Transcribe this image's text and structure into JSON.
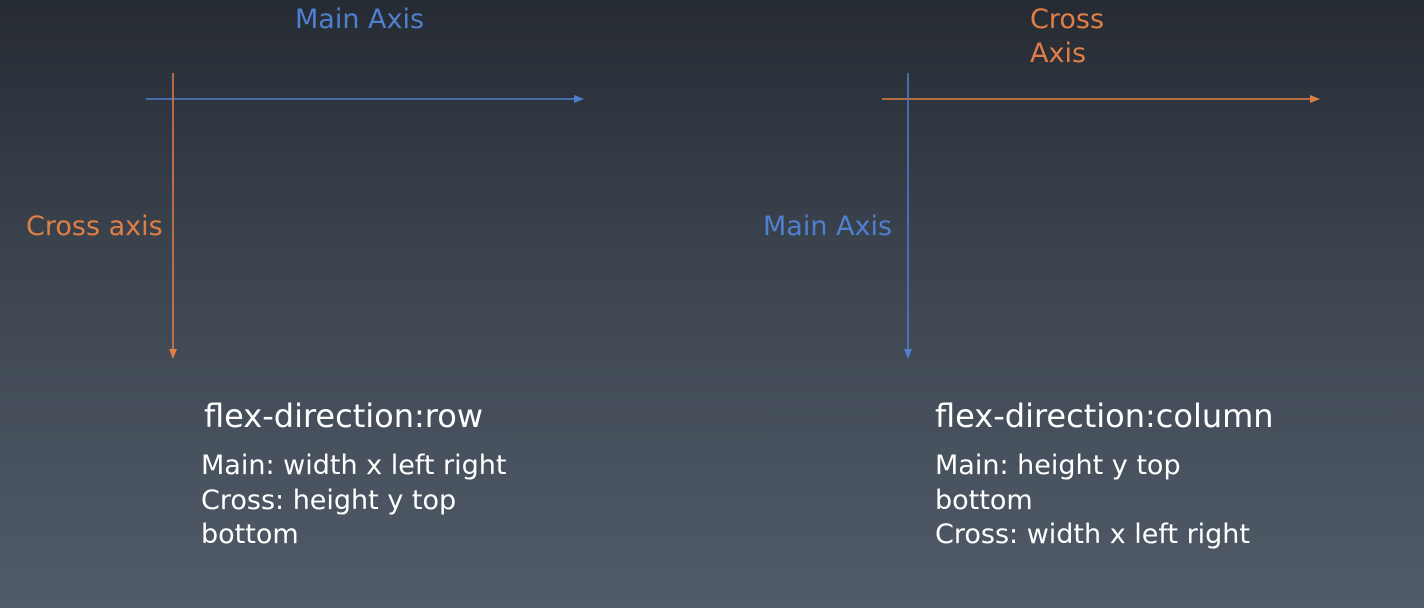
{
  "colors": {
    "main_axis": "#4f7fcf",
    "cross_axis": "#e07f45",
    "text": "#ffffff"
  },
  "row_panel": {
    "main_axis_label": "Main Axis",
    "cross_axis_label": "Cross axis",
    "title": "flex-direction:row",
    "description": [
      "Main: width x left right",
      "Cross: height y top",
      "bottom"
    ]
  },
  "column_panel": {
    "cross_axis_label_lines": [
      "Cross",
      "Axis"
    ],
    "main_axis_label": "Main Axis",
    "title": "flex-direction:column",
    "description": [
      "Main: height y top",
      "bottom",
      "Cross: width x left right"
    ]
  }
}
